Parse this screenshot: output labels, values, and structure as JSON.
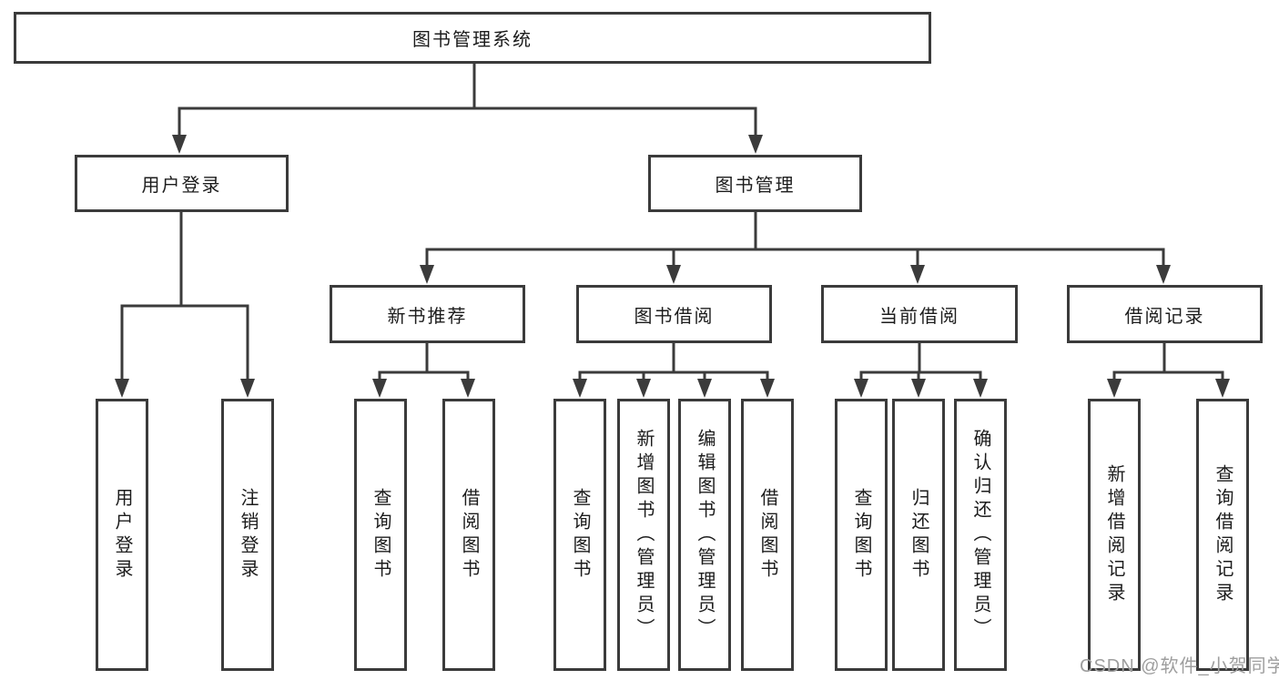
{
  "tree": {
    "label": "图书管理系统",
    "children": [
      {
        "label": "用户登录",
        "children": [
          {
            "label": "用户登录"
          },
          {
            "label": "注销登录"
          }
        ]
      },
      {
        "label": "图书管理",
        "children": [
          {
            "label": "新书推荐",
            "children": [
              {
                "label": "查询图书"
              },
              {
                "label": "借阅图书"
              }
            ]
          },
          {
            "label": "图书借阅",
            "children": [
              {
                "label": "查询图书"
              },
              {
                "label": "新增图书（管理员）"
              },
              {
                "label": "编辑图书（管理员）"
              },
              {
                "label": "借阅图书"
              }
            ]
          },
          {
            "label": "当前借阅",
            "children": [
              {
                "label": "查询图书"
              },
              {
                "label": "归还图书"
              },
              {
                "label": "确认归还（管理员）"
              }
            ]
          },
          {
            "label": "借阅记录",
            "children": [
              {
                "label": "新增借阅记录"
              },
              {
                "label": "查询借阅记录"
              }
            ]
          }
        ]
      }
    ]
  },
  "watermark": "CSDN @软件_小贺同学",
  "colors": {
    "line": "#3b3b3b",
    "text": "#1c1c1c",
    "watermark": "#9e9e9e",
    "background": "#ffffff"
  }
}
